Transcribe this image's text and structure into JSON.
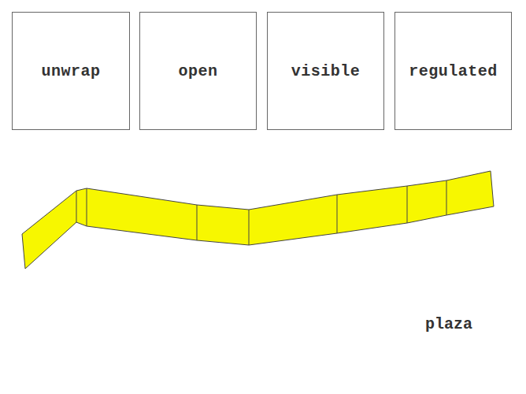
{
  "diagram": {
    "nodes": [
      {
        "text": [
          "unwrap"
        ]
      },
      {
        "text": [
          "open"
        ]
      },
      {
        "text": [
          "visible"
        ]
      },
      {
        "text": [
          "regulated"
        ]
      }
    ],
    "labels": [
      "plaza"
    ]
  }
}
